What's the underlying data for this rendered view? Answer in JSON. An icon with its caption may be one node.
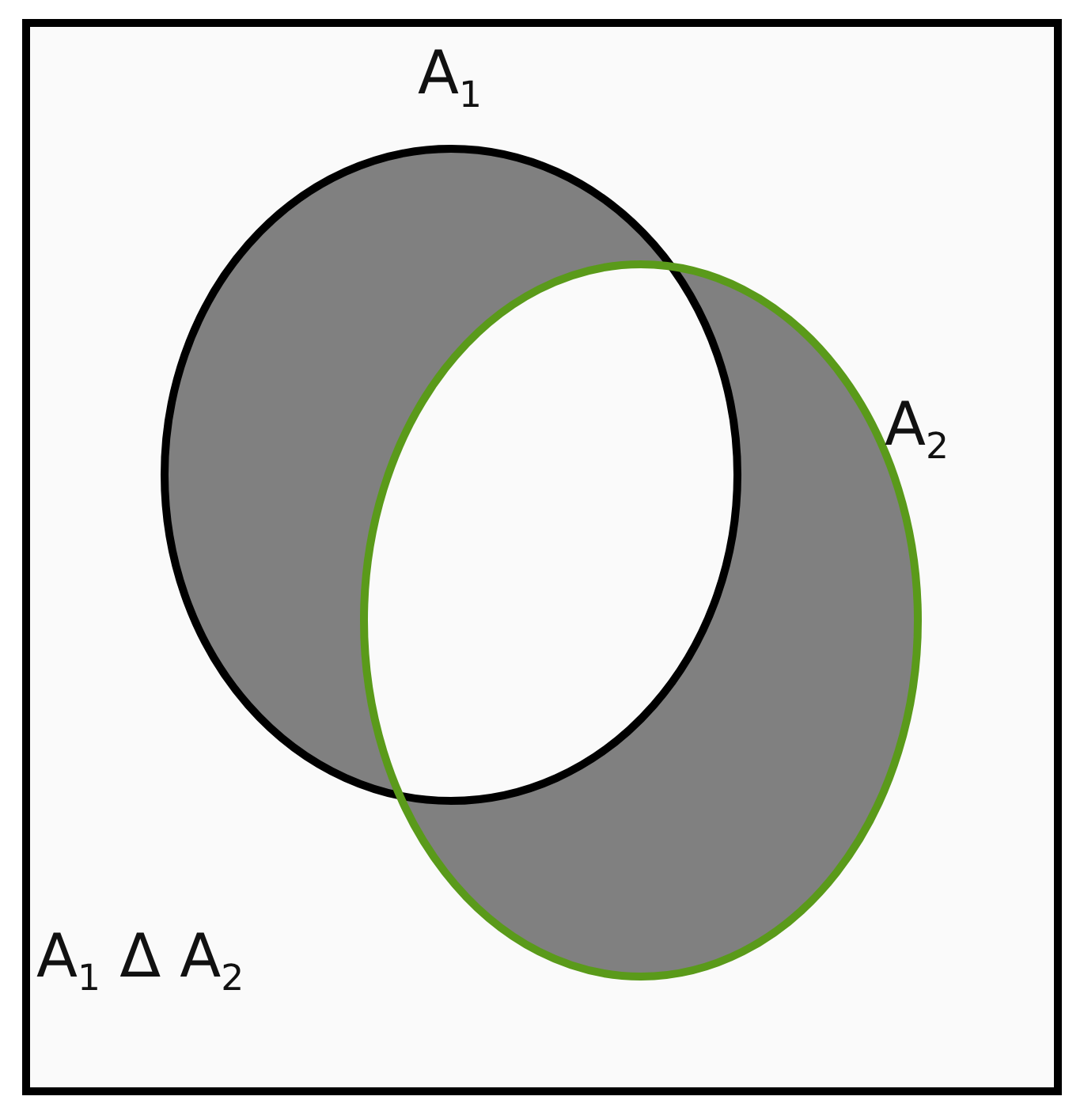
{
  "diagram": {
    "nodes": [
      {
        "text": [
          "A$_{1}$ Δ A$_{2}$"
        ]
      },
      {
        "text": [
          "A$_{1}$"
        ],
        "in": 0
      },
      {
        "text": [
          "A$_{2}$"
        ],
        "in": 0
      }
    ]
  }
}
